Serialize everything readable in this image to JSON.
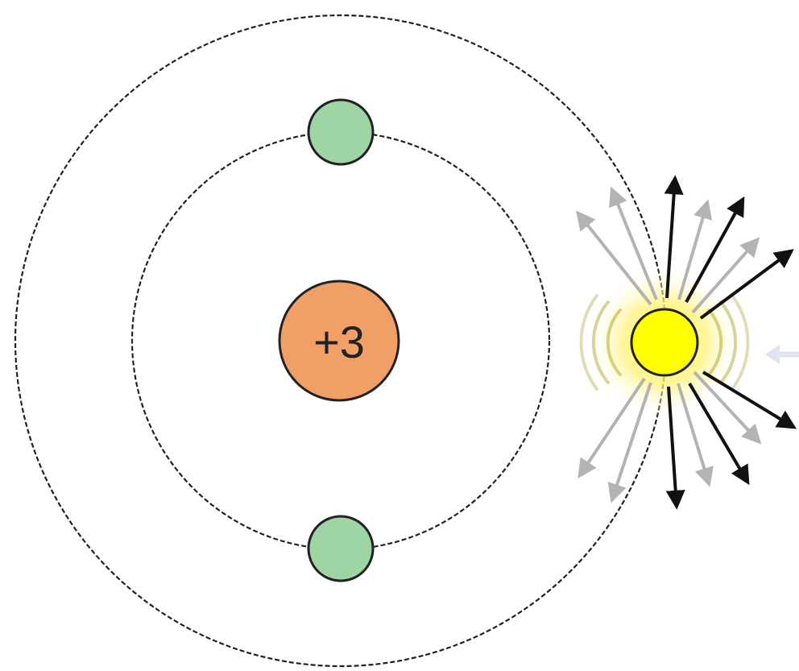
{
  "nucleus": {
    "charge_label": "+3",
    "fill_color": "#f0a067"
  },
  "orbits": [
    {
      "shell": 1,
      "electrons": 2,
      "style": "dashed"
    },
    {
      "shell": 2,
      "electrons": 0,
      "style": "dashed"
    }
  ],
  "electron": {
    "fill_color": "#9fd4a4"
  },
  "emitted_electron": {
    "fill_color": "#ffff00",
    "glow_color": "#fff06a"
  },
  "arrows": {
    "dark_color": "#111111",
    "light_color": "#b3b3b3",
    "incoming_color": "#dfe3f2"
  }
}
